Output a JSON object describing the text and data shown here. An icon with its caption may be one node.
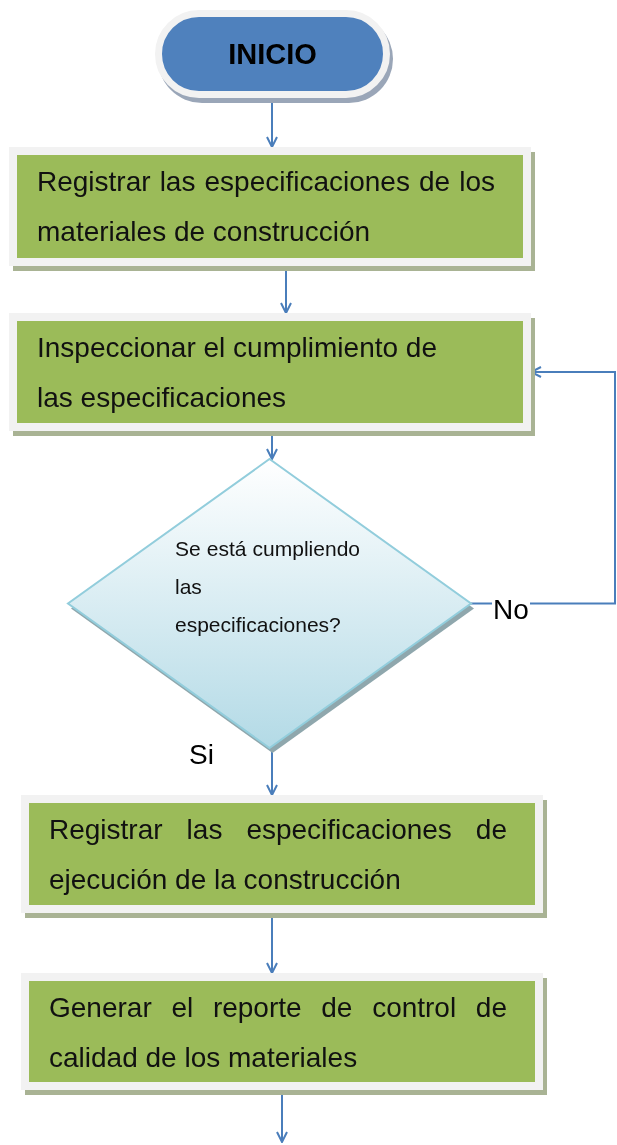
{
  "diagram": {
    "nodes": [
      {
        "text": [
          "INICIO"
        ]
      },
      {
        "text": [
          "Registrar las especificaciones de los materiales de construcción"
        ]
      },
      {
        "text": [
          "Inspeccionar el cumplimiento de las especificaciones"
        ]
      },
      {
        "text": [
          "Se está cumpliendo las especificaciones?"
        ]
      },
      {
        "text": [
          "Registrar las especificaciones de ejecución de la construcción"
        ]
      },
      {
        "text": [
          "Generar el reporte de control de calidad de los materiales"
        ]
      }
    ],
    "edges": [
      {
        "from": 0,
        "to": 1,
        "arrow": "to"
      },
      {
        "from": 1,
        "to": 2,
        "arrow": "to"
      },
      {
        "from": 2,
        "to": 3,
        "arrow": "to"
      },
      {
        "from": 3,
        "to": 2,
        "arrow": "to",
        "label": "No"
      },
      {
        "from": 3,
        "to": 4,
        "arrow": "to",
        "label": "Si"
      },
      {
        "from": 4,
        "to": 5,
        "arrow": "to"
      },
      {
        "from": 5,
        "to": null,
        "arrow": "to"
      }
    ]
  }
}
